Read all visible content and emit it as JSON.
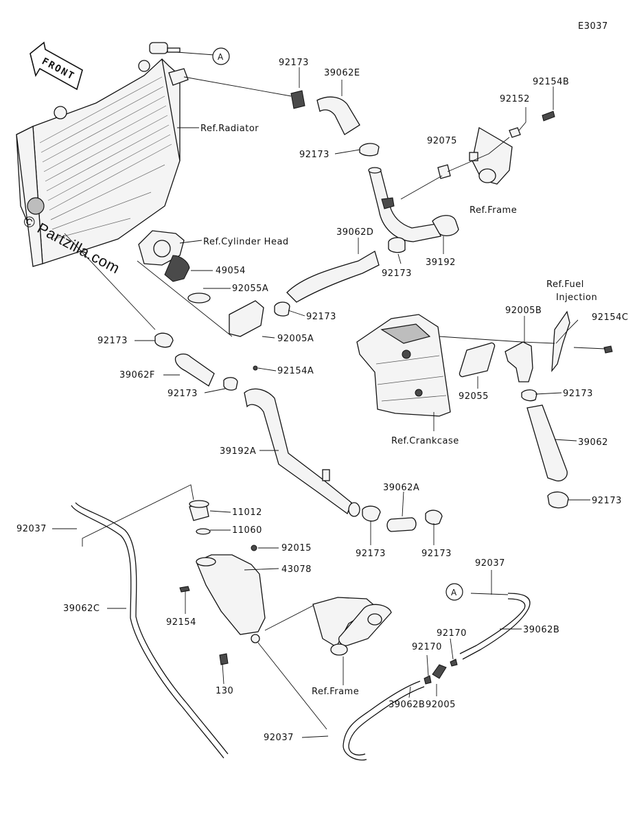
{
  "diagram_code": "E3037",
  "watermark": "© Partzilla.com",
  "front_label": "FRONT",
  "callout_letter": "A",
  "labels": {
    "ref_radiator": "Ref.Radiator",
    "ref_cylinder_head": "Ref.Cylinder Head",
    "ref_frame_top": "Ref.Frame",
    "ref_fuel_line1": "Ref.Fuel",
    "ref_fuel_line2": "Injection",
    "ref_crankcase": "Ref.Crankcase",
    "ref_frame_bottom": "Ref.Frame",
    "p92173_a": "92173",
    "p39062E": "39062E",
    "p92154B": "92154B",
    "p92152": "92152",
    "p92173_b": "92173",
    "p92075": "92075",
    "p39062D": "39062D",
    "p49054": "49054",
    "p92055A": "92055A",
    "p92173_c": "92173",
    "p39192": "39192",
    "p92173_d": "92173",
    "p92005A": "92005A",
    "p92173_e": "92173",
    "p92154A": "92154A",
    "p39062F": "39062F",
    "p92173_f": "92173",
    "p92005B": "92005B",
    "p92154C": "92154C",
    "p92055": "92055",
    "p92173_g": "92173",
    "p39062": "39062",
    "p39192A": "39192A",
    "p92173_h": "92173",
    "p39062A": "39062A",
    "p11012": "11012",
    "p11060": "11060",
    "p92037_a": "92037",
    "p92173_i": "92173",
    "p92173_j": "92173",
    "p92015": "92015",
    "p43078": "43078",
    "p92037_b": "92037",
    "p39062C": "39062C",
    "p92154": "92154",
    "p39062B_a": "39062B",
    "p92170_a": "92170",
    "p92170_b": "92170",
    "p130": "130",
    "p92005": "92005",
    "p39062B_b": "39062B",
    "p92037_c": "92037"
  }
}
